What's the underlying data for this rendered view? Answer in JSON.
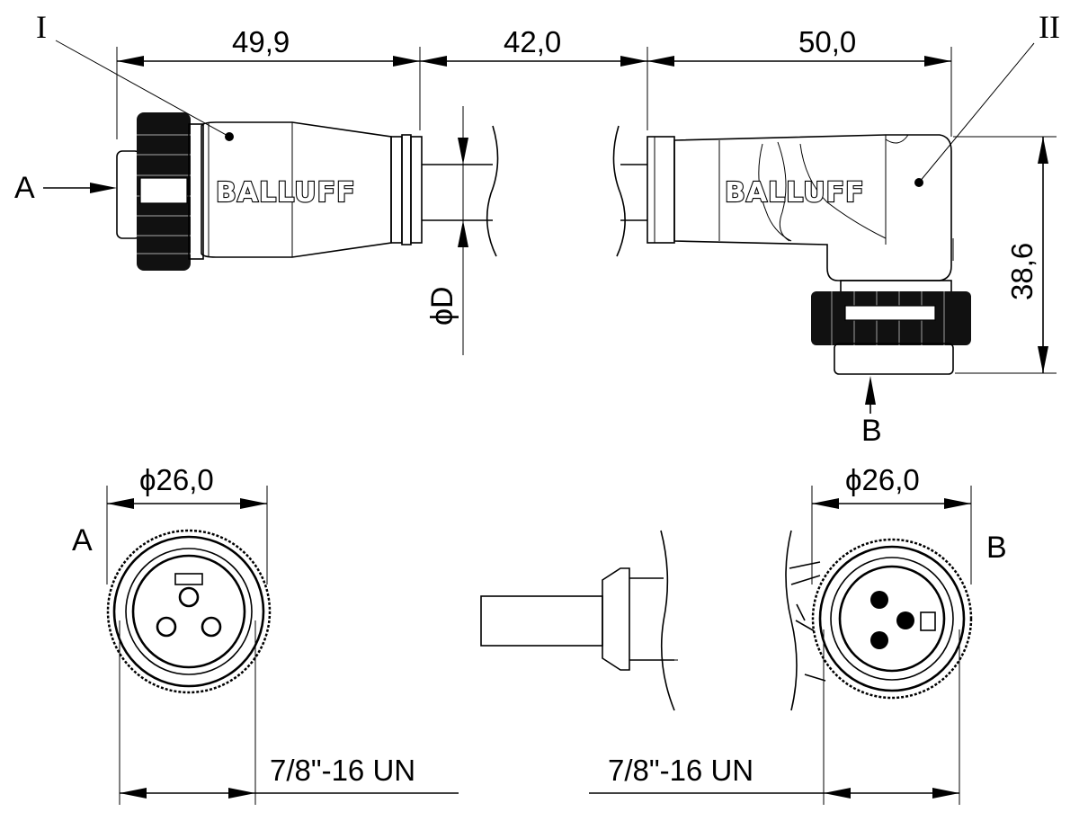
{
  "labels": {
    "part_straight": "I",
    "part_angled": "II",
    "view_a": "A",
    "view_b": "B",
    "view_a_front": "A",
    "view_b_front": "B",
    "diameter_cable": "ϕD"
  },
  "dimensions": {
    "length_straight": "49,9",
    "length_cable": "42,0",
    "length_angled": "50,0",
    "height_angled": "38,6",
    "diameter_a": "ϕ26,0",
    "diameter_b": "ϕ26,0",
    "thread_a": "7/8\"-16 UN",
    "thread_b": "7/8\"-16 UN"
  },
  "brand": {
    "straight": "BALLUFF",
    "angled": "BALLUFF"
  }
}
